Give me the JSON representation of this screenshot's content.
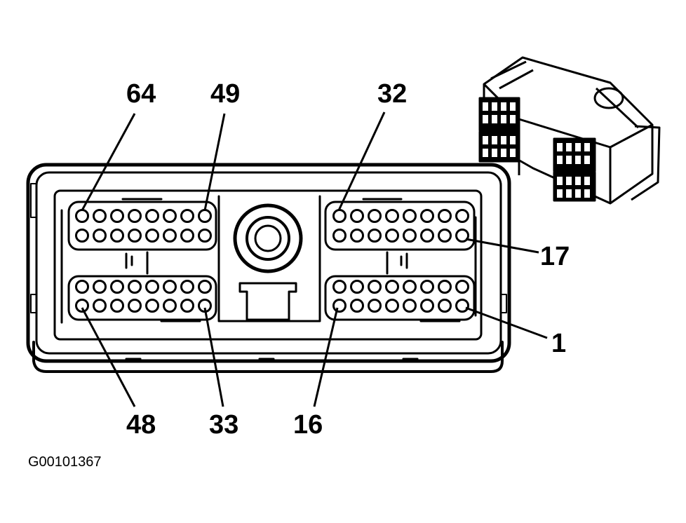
{
  "diagram": {
    "pin_labels": {
      "p64": "64",
      "p49": "49",
      "p32": "32",
      "p17": "17",
      "p1": "1",
      "p48": "48",
      "p33": "33",
      "p16": "16"
    },
    "figure_code": "G00101367",
    "colors": {
      "ink": "#000000",
      "paper": "#ffffff"
    }
  }
}
